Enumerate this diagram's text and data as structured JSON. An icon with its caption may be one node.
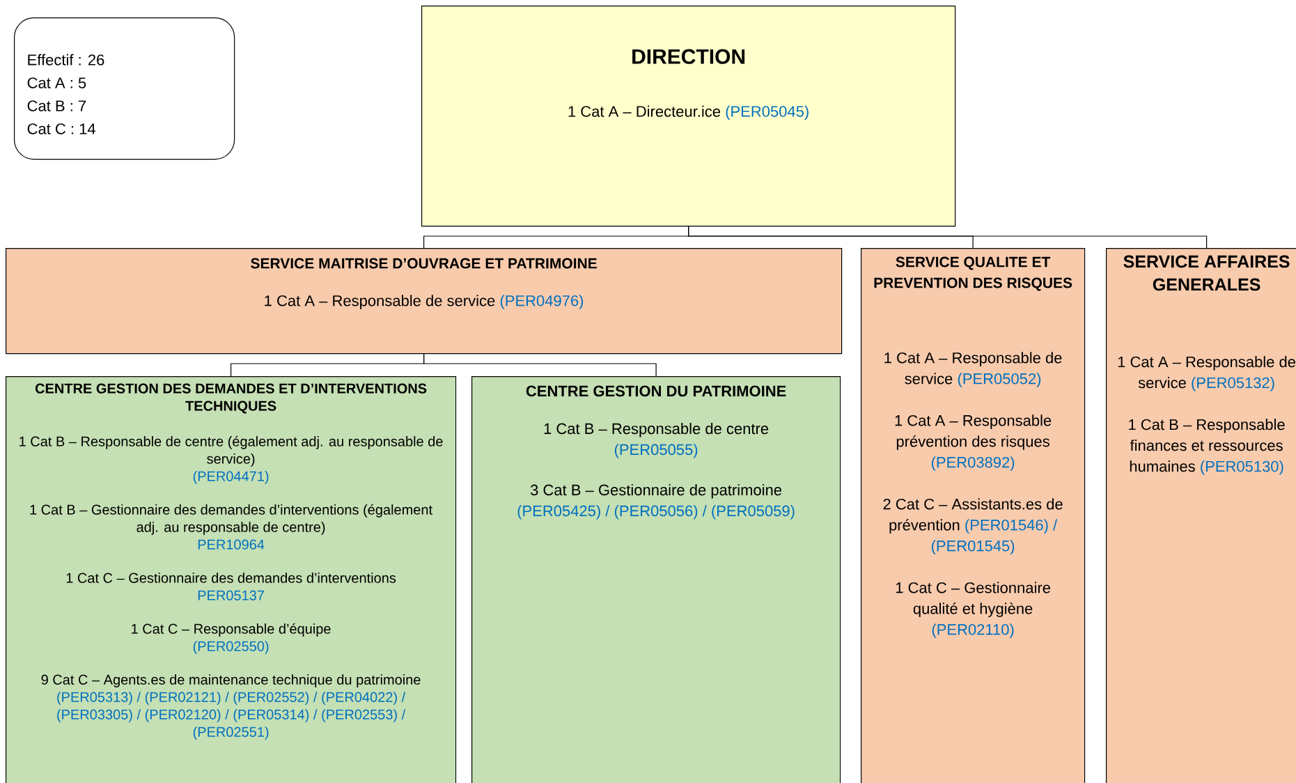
{
  "diagram": {
    "nodes": [
      {
        "text": [
          "Effectif : 26",
          "Cat A : 5",
          "Cat B : 7",
          "Cat C : 14"
        ]
      },
      {
        "text": [
          "DIRECTION",
          "1 Cat A – Directeur.ice",
          "(PER05045)"
        ]
      },
      {
        "text": [
          "SERVICE MAITRISE D’OUVRAGE ET PATRIMOINE",
          "1 Cat A – Responsable de service",
          "(PER04976)"
        ]
      },
      {
        "text": [
          "SERVICE QUALITE ET PREVENTION DES RISQUES",
          "1 Cat A – Responsable de service",
          "(PER05052)",
          "1 Cat A – Responsable prévention des risques",
          "(PER03892)",
          "2 Cat C – Assistants.es de prévention",
          "(PER01546) / (PER01545)",
          "1 Cat C – Gestionnaire qualité et hygiène",
          "(PER02110)"
        ]
      },
      {
        "text": [
          "SERVICE AFFAIRES GENERALES",
          "1 Cat A – Responsable de service",
          "(PER05132)",
          "1 Cat B – Responsable finances et ressources humaines",
          "(PER05130)"
        ]
      },
      {
        "text": [
          "CENTRE GESTION DES DEMANDES ET D’INTERVENTIONS TECHNIQUES",
          "1 Cat B – Responsable de centre (également adj. au responsable de service)",
          "(PER04471)",
          "1 Cat B – Gestionnaire des demandes d’interventions (également adj. au responsable de centre)",
          "PER10964",
          "1 Cat C – Gestionnaire des demandes d’interventions",
          "PER05137",
          "1 Cat C – Responsable d’équipe",
          "(PER02550)",
          "9 Cat C – Agents.es de maintenance technique du patrimoine",
          "(PER05313) / (PER02121) / (PER02552) / (PER04022) / (PER03305) / (PER02120) / (PER05314) / (PER02553) / (PER02551)"
        ]
      },
      {
        "text": [
          "CENTRE GESTION DU PATRIMOINE",
          "1 Cat B – Responsable de centre",
          "(PER05055)",
          "3 Cat B – Gestionnaire de patrimoine",
          "(PER05425) / (PER05056) / (PER05059)"
        ]
      }
    ],
    "edges": [
      {
        "from": 1,
        "to": 2,
        "arrow": "none"
      },
      {
        "from": 1,
        "to": 3,
        "arrow": "none"
      },
      {
        "from": 1,
        "to": 4,
        "arrow": "none"
      },
      {
        "from": 2,
        "to": 5,
        "arrow": "none"
      },
      {
        "from": 2,
        "to": 6,
        "arrow": "none"
      }
    ]
  }
}
